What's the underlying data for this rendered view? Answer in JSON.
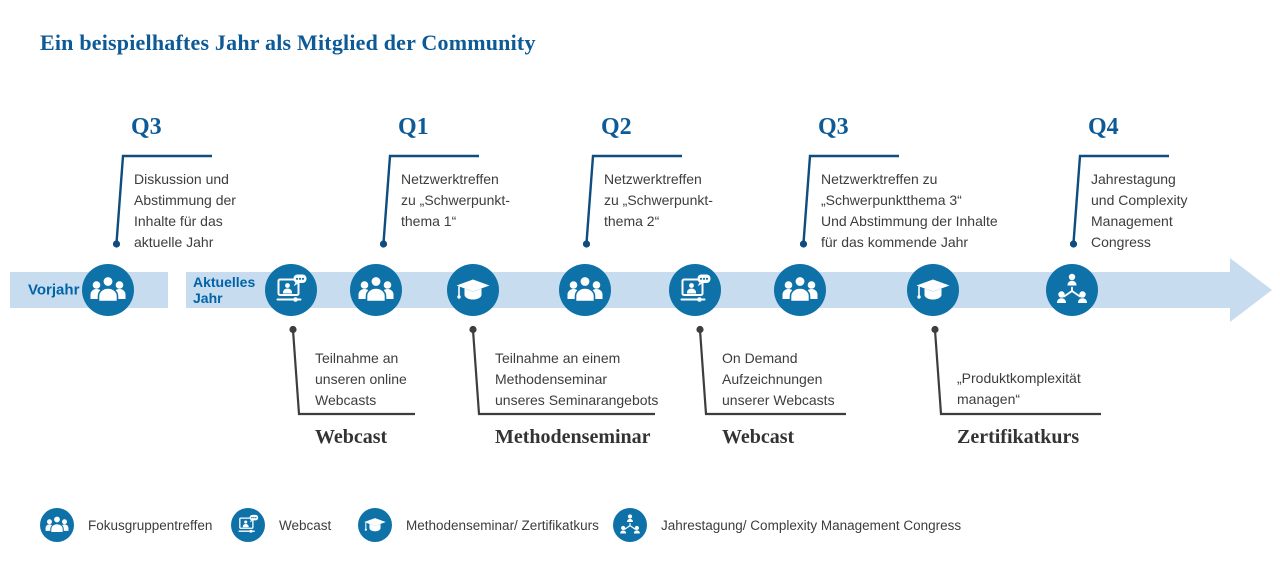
{
  "title": "Ein beispielhaftes Jahr als Mitglied der Community",
  "timeline": {
    "previous_year_label": "Vorjahr",
    "current_year_label": "Aktuelles Jahr",
    "icons": [
      {
        "type": "fokusgruppentreffen"
      },
      {
        "type": "webcast"
      },
      {
        "type": "fokusgruppentreffen"
      },
      {
        "type": "methodenseminar"
      },
      {
        "type": "fokusgruppentreffen"
      },
      {
        "type": "webcast"
      },
      {
        "type": "fokusgruppentreffen"
      },
      {
        "type": "methodenseminar"
      },
      {
        "type": "jahrestagung"
      }
    ]
  },
  "top_annotations": [
    {
      "quarter": "Q3",
      "text": "Diskussion und\nAbstimmung der\nInhalte für das\naktuelle Jahr"
    },
    {
      "quarter": "Q1",
      "text": "Netzwerktreffen\nzu „Schwerpunkt-\nthema 1“"
    },
    {
      "quarter": "Q2",
      "text": "Netzwerktreffen\nzu „Schwerpunkt-\nthema 2“"
    },
    {
      "quarter": "Q3",
      "text": "Netzwerktreffen zu\n„Schwerpunktthema 3“\nUnd Abstimmung der Inhalte\nfür das kommende Jahr"
    },
    {
      "quarter": "Q4",
      "text": "Jahrestagung\nund Complexity\nManagement\nCongress"
    }
  ],
  "bottom_annotations": [
    {
      "text": "Teilnahme an\nunseren online\nWebcasts",
      "label": "Webcast"
    },
    {
      "text": "Teilnahme an einem\nMethodenseminar\nunseres Seminarangebots",
      "label": "Methodenseminar"
    },
    {
      "text": "On Demand\nAufzeichnungen\nunserer Webcasts",
      "label": "Webcast"
    },
    {
      "text": "„Produktkomplexität\nmanagen“",
      "label": "Zertifikatkurs"
    }
  ],
  "legend": [
    {
      "icon": "fokusgruppentreffen",
      "label": "Fokusgruppentreffen"
    },
    {
      "icon": "webcast",
      "label": "Webcast"
    },
    {
      "icon": "methodenseminar",
      "label": "Methodenseminar/ Zertifikatkurs"
    },
    {
      "icon": "jahrestagung",
      "label": "Jahrestagung/ Complexity Management Congress"
    }
  ],
  "colors": {
    "heading_blue": "#0d5a96",
    "icon_blue": "#0e72a9",
    "band_blue": "#c7ddef",
    "bracket_navy": "#0f4c80",
    "text_gray": "#3d3d3d"
  }
}
